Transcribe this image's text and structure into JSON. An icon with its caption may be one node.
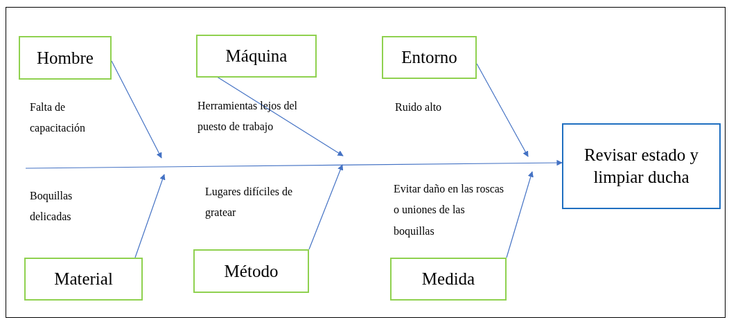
{
  "diagram": {
    "nodes": [
      {
        "text": [
          "Hombre"
        ]
      },
      {
        "text": [
          "Máquina"
        ]
      },
      {
        "text": [
          "Entorno"
        ]
      },
      {
        "text": [
          "Material"
        ]
      },
      {
        "text": [
          "Método"
        ]
      },
      {
        "text": [
          "Medida"
        ]
      },
      {
        "text": [
          "Revisar estado y limpiar ducha"
        ]
      }
    ],
    "edges": [
      {
        "from": null,
        "to": 6,
        "arrow": "to"
      },
      {
        "from": 0,
        "to": null,
        "arrow": "to"
      },
      {
        "from": 1,
        "to": null,
        "arrow": "to"
      },
      {
        "from": 2,
        "to": null,
        "arrow": "to"
      },
      {
        "from": 3,
        "to": null,
        "arrow": "to"
      },
      {
        "from": 4,
        "to": null,
        "arrow": "to"
      },
      {
        "from": 5,
        "to": null,
        "arrow": "to"
      }
    ],
    "labels": [
      "Falta de capacitación",
      "Herramientas lejos del puesto de trabajo",
      "Ruido alto",
      "Boquillas delicadas",
      "Lugares difíciles de gratear",
      "Evitar daño en las roscas o uniones de las boquillas"
    ]
  }
}
